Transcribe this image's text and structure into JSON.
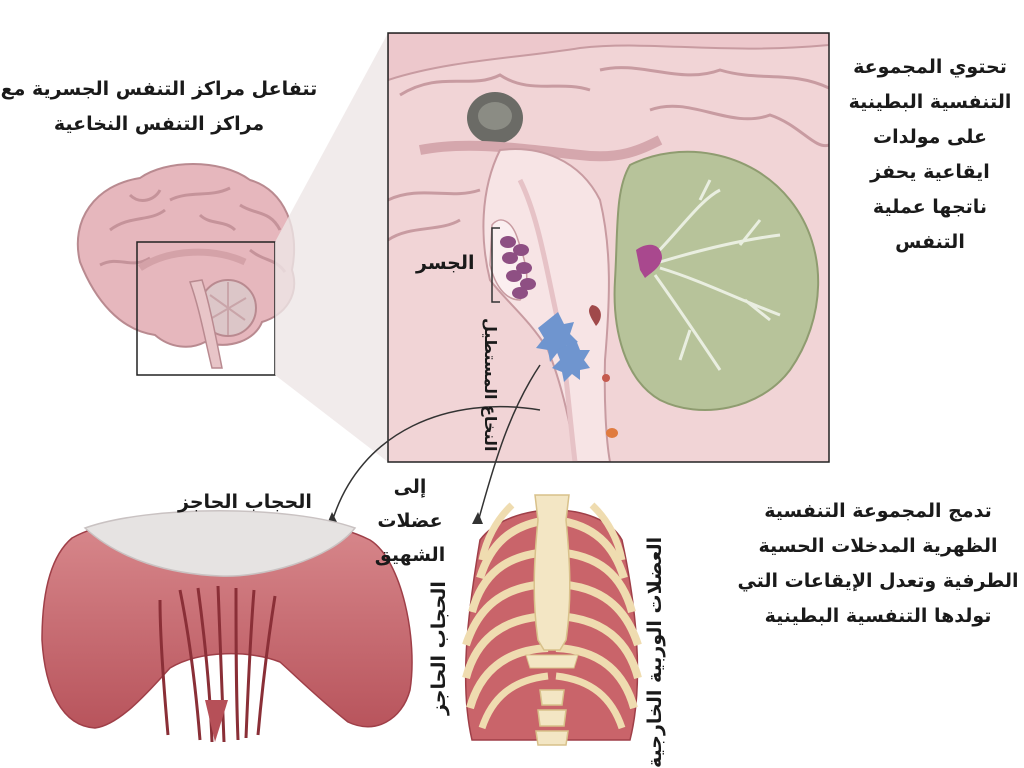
{
  "texts": {
    "top_left": "تتفاعل  مراكز التنفس الجسرية مع مراكز التنفس النخاعية",
    "top_right": "تحتوي المجموعة التنفسية البطينية على مولدات ايقاعية يحفز ناتجها عملية التنفس",
    "bottom_right": "تدمج المجموعة التنفسية الظهرية المدخلات الحسية الطرفية وتعدل الإيقاعات التي تولدها التنفسية البطينية"
  },
  "labels": {
    "pons": "الجسر",
    "medulla": "النخاع المستطيل",
    "inspiratory_muscles": "إلى عضلات الشهيق",
    "diaphragm": "الحجاب الحاجز",
    "diaphragm_vertical": "الحجاب الحاجز",
    "external_intercostal": "العضلات الوربية الخارجية"
  },
  "colors": {
    "brain": "#e8bcc0",
    "brain_outline": "#b98a90",
    "cerebellum": "#b7c39a",
    "muscle": "#c9646a",
    "muscle_dark": "#9f3f48",
    "bone": "#efdcb0",
    "dorsal_group": "#8e4f83",
    "ventral_group": "#6f95cf"
  }
}
